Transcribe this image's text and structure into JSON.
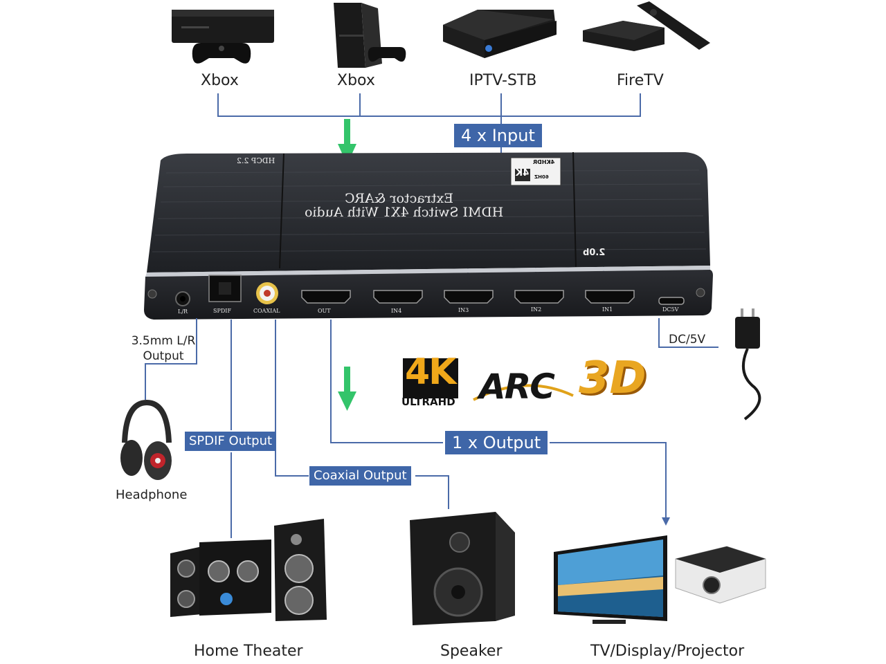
{
  "inputs": [
    {
      "label": "Xbox",
      "icon": "game-console-icon"
    },
    {
      "label": "Xbox",
      "icon": "game-console-icon"
    },
    {
      "label": "IPTV-STB",
      "icon": "set-top-box-icon"
    },
    {
      "label": "FireTV",
      "icon": "streaming-box-icon"
    }
  ],
  "tags": {
    "input": "4 x Input",
    "output": "1 x Output",
    "spdif": "SPDIF Output",
    "coaxial": "Coaxial Output"
  },
  "device": {
    "title_line1": "HDMI Switch 4X1 With Audio",
    "title_line2": "Extractor &ARC",
    "hdcp": "HDCP 2.2",
    "hdmi_version": "2.0b",
    "badge_4k": "4K",
    "badge_hdr": "4KHDR",
    "badge_hz": "60HZ",
    "ports": [
      "L/R",
      "SPDIF",
      "COAXIAL",
      "OUT",
      "IN4",
      "IN3",
      "IN2",
      "IN1",
      "DC5V"
    ]
  },
  "side_labels": {
    "audio_out_line1": "3.5mm L/R",
    "audio_out_line2": "Output",
    "power": "DC/5V"
  },
  "feature_logos": {
    "k4_big": "4K",
    "k4_small": "ULTRAHD",
    "arc": "ARC",
    "three_d": "3D"
  },
  "outputs": [
    {
      "label": "Headphone",
      "icon": "headphone-icon"
    },
    {
      "label": "Home Theater",
      "icon": "home-theater-icon"
    },
    {
      "label": "Speaker",
      "icon": "speaker-icon"
    },
    {
      "label": "TV/Display/Projector",
      "icon": "tv-projector-icon"
    }
  ],
  "colors": {
    "line": "#4a6aa8",
    "tag_bg": "#3f66a8",
    "arrow": "#33c46a",
    "device": "#2b2e33"
  }
}
